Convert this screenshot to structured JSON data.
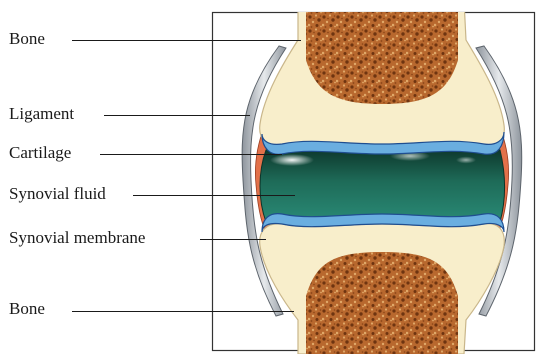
{
  "diagram": {
    "labels": [
      {
        "id": "bone-top",
        "text": "Bone"
      },
      {
        "id": "ligament",
        "text": "Ligament"
      },
      {
        "id": "cartilage",
        "text": "Cartilage"
      },
      {
        "id": "synovial-fluid",
        "text": "Synovial fluid"
      },
      {
        "id": "synovial-membrane",
        "text": "Synovial membrane"
      },
      {
        "id": "bone-bottom",
        "text": "Bone"
      }
    ]
  },
  "colors": {
    "bone_shell": "#f8eecb",
    "bone_edge": "#c9b68a",
    "marrow_base": "#b8682e",
    "marrow_speck_dark": "#6e3410",
    "marrow_speck_light": "#e0a868",
    "cartilage": "#6aaee0",
    "cartilage_edge": "#1f4e90",
    "synovial_fluid": "#1e6b58",
    "synovial_fluid_dark": "#0c3429",
    "synovial_membrane": "#e3714a",
    "ligament": "#c4cad2",
    "ligament_edge": "#5d646c",
    "frame": "#333333",
    "text": "#1a1a1a"
  }
}
